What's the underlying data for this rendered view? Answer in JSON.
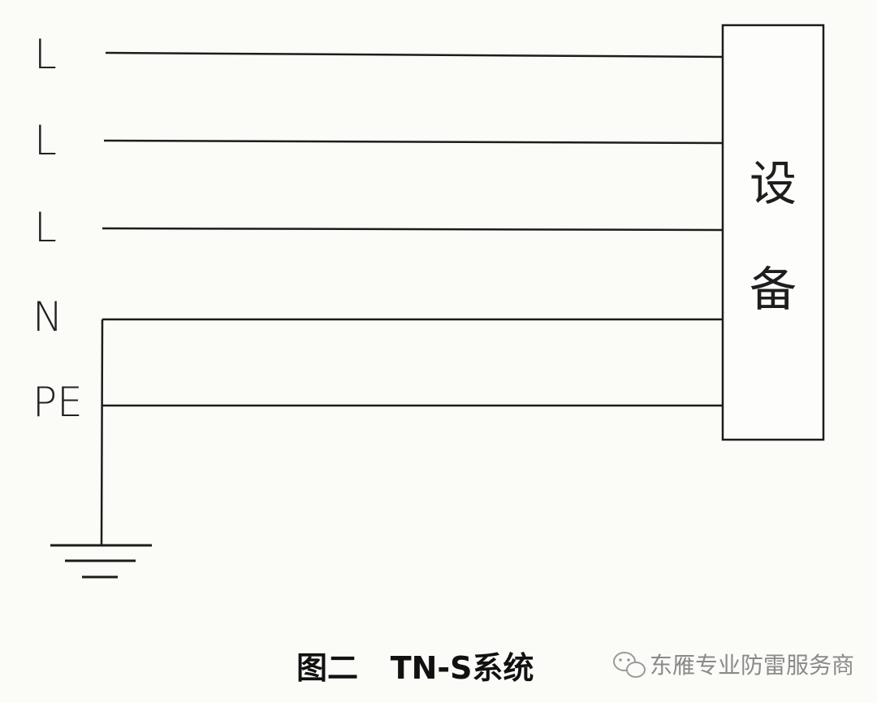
{
  "conductors": [
    {
      "label": "L"
    },
    {
      "label": "L"
    },
    {
      "label": "L"
    },
    {
      "label": "N"
    },
    {
      "label": "PE"
    }
  ],
  "equipment": {
    "chars": [
      "设",
      "备"
    ]
  },
  "caption": {
    "text": "图二   TN-S系统"
  },
  "watermark": {
    "text": "东雁专业防雷服务商",
    "icon": "wechat-icon"
  }
}
